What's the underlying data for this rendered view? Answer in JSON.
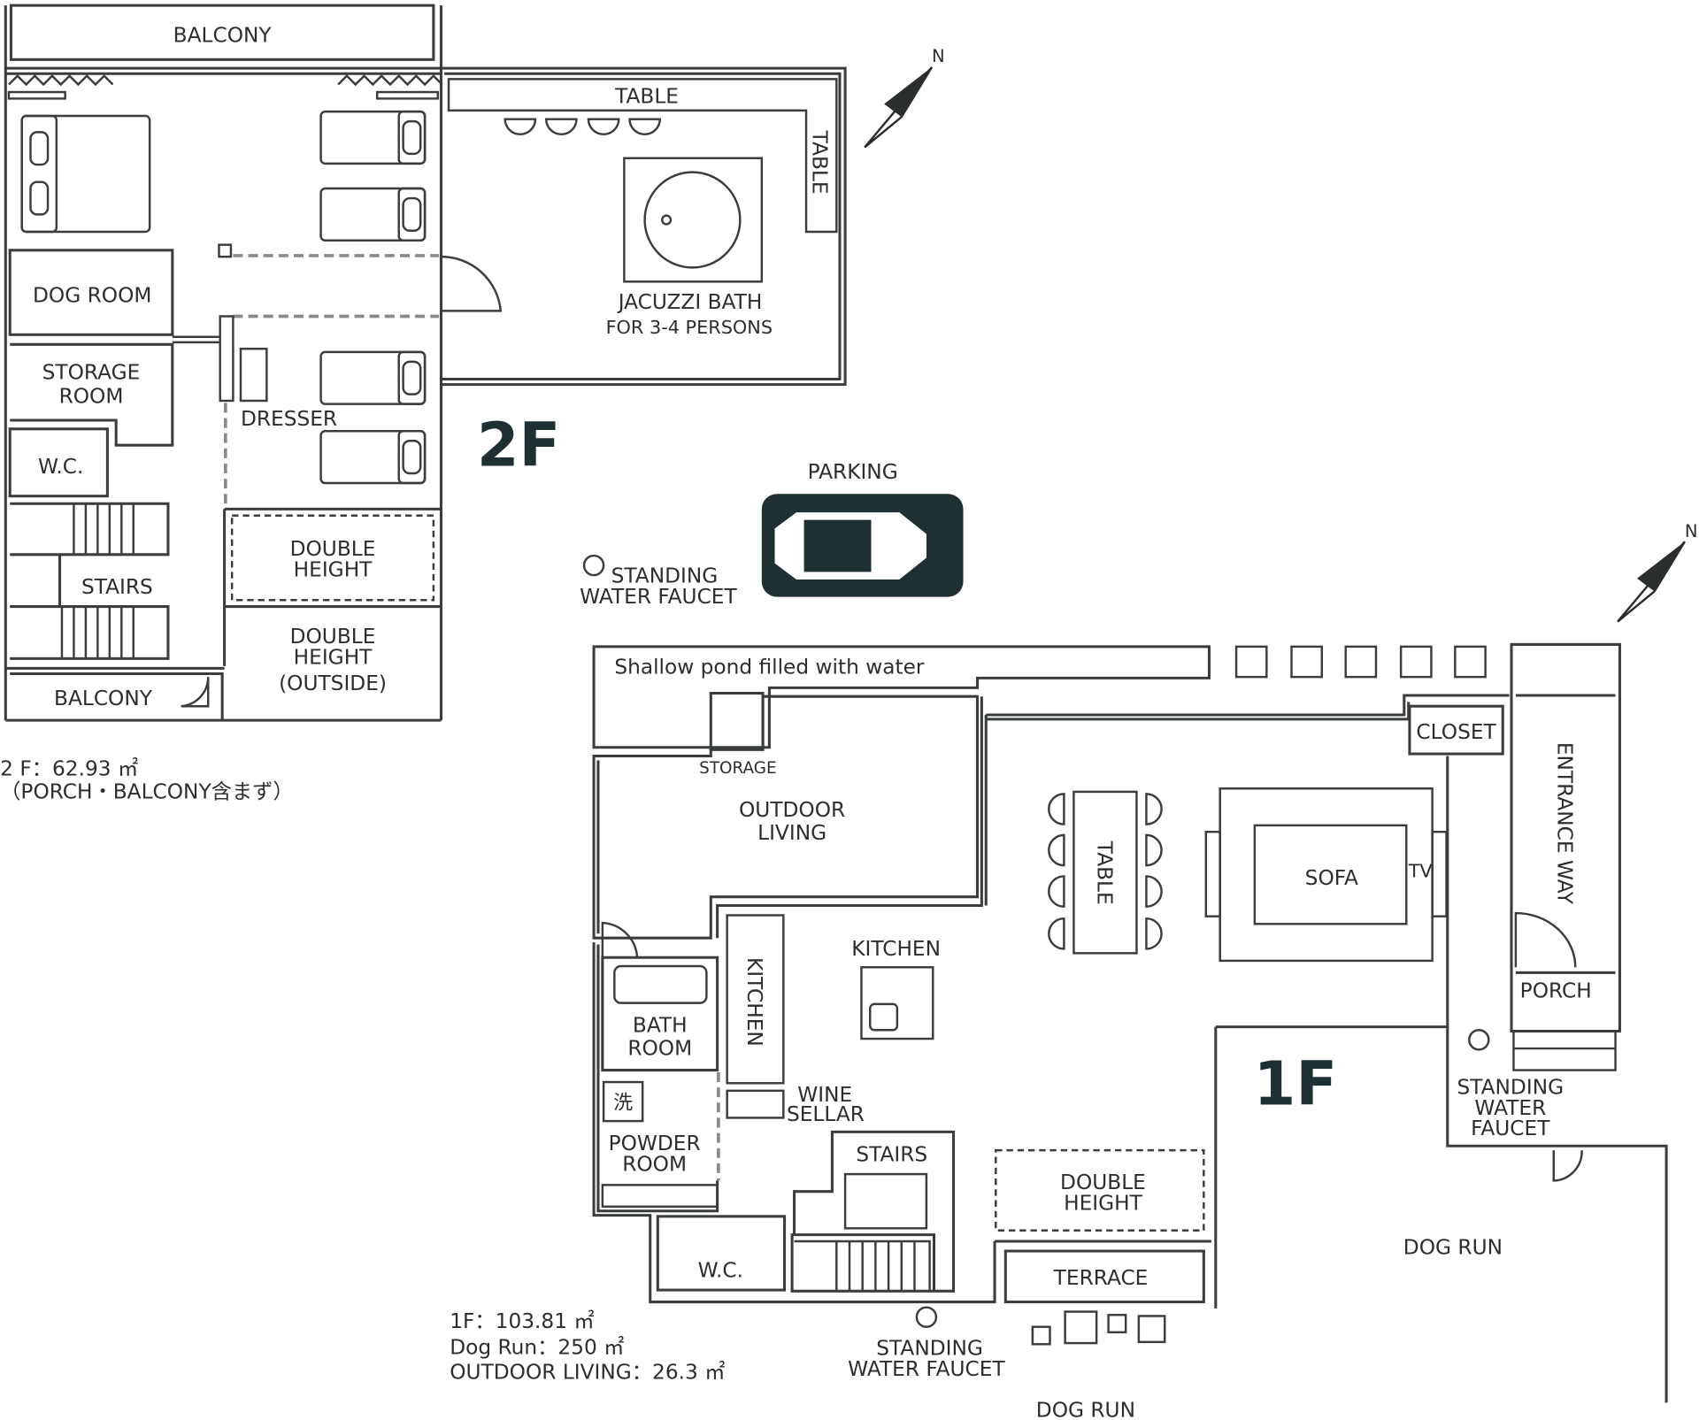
{
  "floor2": {
    "title": "2F",
    "balcony_top": "BALCONY",
    "table_h": "TABLE",
    "table_v": "TABLE",
    "jacuzzi": [
      "JACUZZI BATH",
      "FOR 3-4 PERSONS"
    ],
    "dog_room": "DOG ROOM",
    "storage_room": [
      "STORAGE",
      "ROOM"
    ],
    "wc": "W.C.",
    "dresser": "DRESSER",
    "stairs": "STAIRS",
    "double_height": [
      "DOUBLE",
      "HEIGHT"
    ],
    "double_height_outside": [
      "DOUBLE",
      "HEIGHT",
      "(OUTSIDE)"
    ],
    "balcony_bottom": "BALCONY",
    "area": [
      "2 F：62.93 ㎡",
      "（PORCH・BALCONY含まず）"
    ],
    "compass": "N"
  },
  "site": {
    "parking": "PARKING",
    "faucet": [
      "STANDING",
      "WATER FAUCET"
    ]
  },
  "floor1": {
    "title": "1F",
    "pond": "Shallow pond filled with water",
    "storage": "STORAGE",
    "closet": "CLOSET",
    "entrance": "ENTRANCE WAY",
    "outdoor_living": [
      "OUTDOOR",
      "LIVING"
    ],
    "table": "TABLE",
    "sofa": "SOFA",
    "tv": "TV",
    "kitchen_counter": "KITCHEN",
    "kitchen": "KITCHEN",
    "porch": "PORCH",
    "bath_room": [
      "BATH",
      "ROOM"
    ],
    "wash_icon": "洗",
    "powder_room": [
      "POWDER",
      "ROOM"
    ],
    "wine_sellar": [
      "WINE",
      "SELLAR"
    ],
    "stairs": "STAIRS",
    "double_height": [
      "DOUBLE",
      "HEIGHT"
    ],
    "terrace": "TERRACE",
    "wc": "W.C.",
    "faucet_right": [
      "STANDING",
      "WATER",
      "FAUCET"
    ],
    "faucet_bottom": [
      "STANDING",
      "WATER FAUCET"
    ],
    "dog_run_right": "DOG RUN",
    "dog_run_bottom": "DOG RUN",
    "area": [
      "1F：103.81 ㎡",
      "Dog Run：250 ㎡",
      "OUTDOOR LIVING：26.3 ㎡"
    ],
    "compass": "N"
  }
}
